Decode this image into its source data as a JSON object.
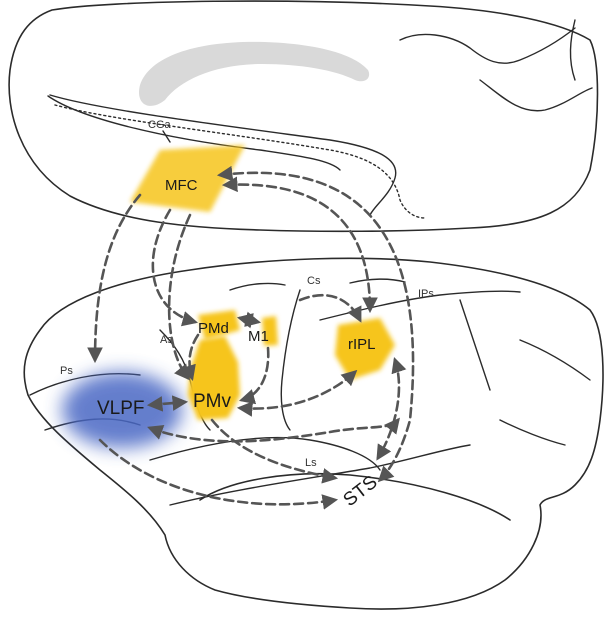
{
  "colors": {
    "motor_area": "#f6c51f",
    "prefrontal_area": "#4a67c4",
    "callosum": "#d9d9d9",
    "outline": "#2b2b2b",
    "connection": "#555555"
  },
  "labels": {
    "mfc": "MFC",
    "cga": "CGa",
    "cs": "Cs",
    "ips": "IPs",
    "as": "As",
    "pmd": "PMd",
    "m1": "M1",
    "ripl": "rIPL",
    "ps": "Ps",
    "vlpf": "VLPF",
    "pmv": "PMv",
    "ls": "Ls",
    "sts": "STS"
  }
}
